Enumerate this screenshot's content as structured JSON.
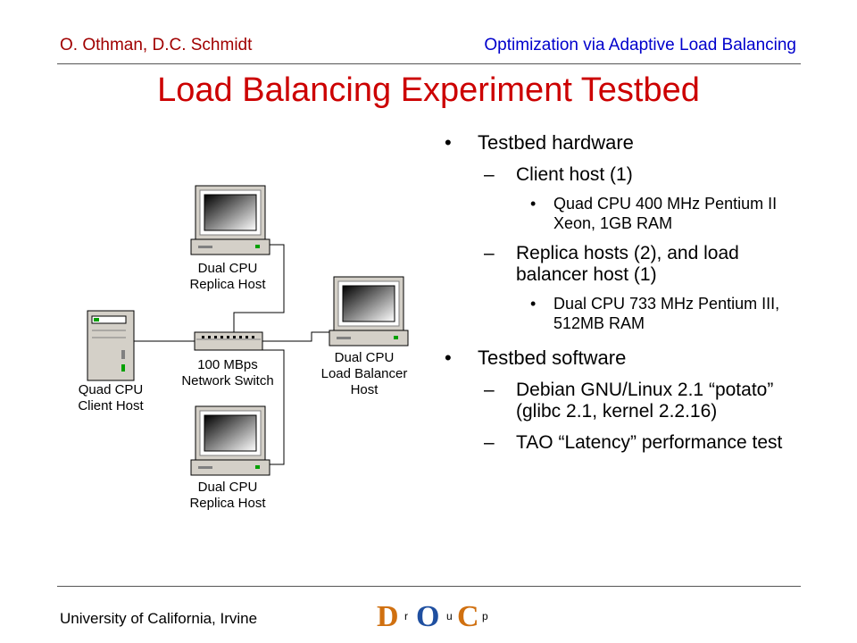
{
  "header": {
    "authors": "O. Othman, D.C. Schmidt",
    "talk_title": "Optimization via Adaptive Load Balancing"
  },
  "slide": {
    "title": "Load Balancing Experiment Testbed"
  },
  "diagram": {
    "replica_top": [
      "Dual CPU",
      "Replica Host"
    ],
    "replica_bottom": [
      "Dual CPU",
      "Replica Host"
    ],
    "switch": [
      "100 MBps",
      "Network Switch"
    ],
    "client": [
      "Quad CPU",
      "Client Host"
    ],
    "load_balancer": [
      "Dual CPU",
      "Load Balancer",
      "Host"
    ]
  },
  "bullets": {
    "hardware": "Testbed hardware",
    "client_host": "Client host (1)",
    "client_spec": "Quad CPU 400 MHz Pentium II Xeon, 1GB RAM",
    "replica_hosts": "Replica hosts (2), and load balancer host (1)",
    "replica_spec": "Dual CPU 733 MHz Pentium III, 512MB RAM",
    "software": "Testbed software",
    "os": "Debian GNU/Linux 2.1 “potato” (glibc 2.1, kernel 2.2.16)",
    "tao": "TAO “Latency” performance test",
    "bullet_char": "•",
    "dash_char": "–"
  },
  "footer": {
    "university": "University of California, Irvine",
    "logo_letters": [
      "D",
      "r",
      "O",
      "u",
      "C",
      "p"
    ]
  }
}
